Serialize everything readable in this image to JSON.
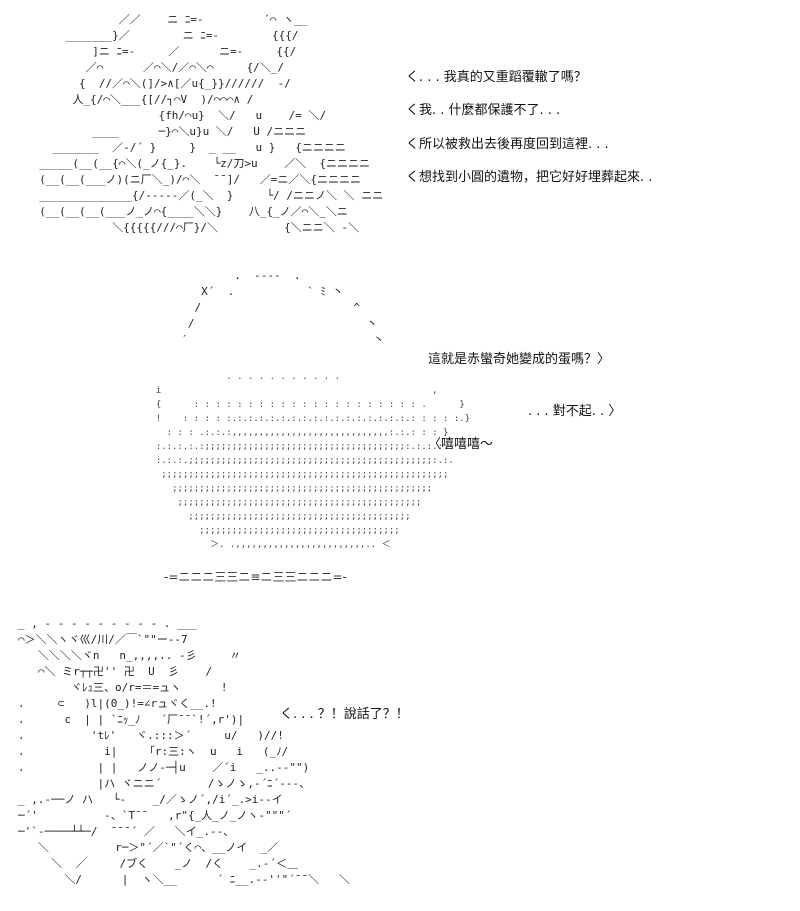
{
  "panel1": {
    "art": [
      "              ／／    ニ ﾆ=-         ´⌒ ヽ__",
      "      _______}／        ニ ﾆ=-        {{{/",
      "          ]ニ ﾆ=-     ／      ニ=-     {{/",
      "         ／⌒      ／⌒＼/／⌒＼⌒     {/＼_/",
      "        {  //／⌒＼(]/>∧[／u{_}}//////  -/",
      "       人_{/⌒＼___{[//┐⌒V  )/⌒⌒⌒∧ /",
      "                    {fh/⌒u}  ＼/   u    /= ＼/",
      "          ____      ─}⌒＼u}u ＼/   U /ニニニ",
      "    _______  ／-/´ }     }  _ __   u }   {ニニニニ",
      "  _____(__(__{⌒＼(_ノ{_}.    └z/刀>u    ／＼  {ニニニニ",
      "  (__(__(___ノ)(ニ厂＼_)/⌒＼  ¯¯]/   ／=ニ／＼{ニニニニ",
      "  ______________{/-----／(_＼  }     └/ /ニニノ＼ ＼ ニニ",
      "  (__(__(__(___ノ_ノ⌒{____＼＼}    八_{_ノ／⌒＼_＼ニ",
      "             ＼{{{{{///⌒厂}/＼          {＼ニニ＼ -＼"
    ],
    "lines": [
      "く. . . 我真的又重蹈覆轍了嗎？",
      "く我. . 什麼都保護不了. . .",
      "く所以被救出去後再度回到這裡. . .",
      "く想找到小圓的遺物，把它好好埋葬起來. ."
    ]
  },
  "panel2": {
    "art": [
      "          .  ----  .",
      "     X´  .           ` ﾐ 丶",
      "    /                       ^",
      "   /                          丶",
      "  ′                            丶"
    ],
    "grain": [
      "               . . . . . . . . . . .",
      "  i                                                  ,",
      "  {      : : : : : : : : : : : : : : : : : : : : : .      }",
      "  !    : : : : :.:.:.:.:.:.:.:.:.:.:.:.:.:.:.:.:.: : : : :.}",
      "    : : : .:.:.:,,,,,,,,,,,,,,,,,,,,,,,,,,,,,:.:.: : : }",
      "  :.:.:.:.:;;;;;;;;;;;;;;;;;;;;;;;;;;;;;;;;;;;;;:.:.:.:.",
      "  :.:.:.;;;;;;;;;;;;;;;;;;;;;;;;;;;;;;;;;;;;;;;;;;;;;:.:.",
      "   ;;;;;;;;;;;;;;;;;;;;;;;;;;;;;;;;;;;;;;;;;;;;;;;;;;;;;",
      "     ;;;;;;;;;;;;;;;;;;;;;;;;;;;;;;;;;;;;;;;;;;;;;;;;",
      "      ;;;;;;;;;;;;;;;;;;;;;;;;;;;;;;;;;;;;;;;;;;;;;",
      "        ;;;;;;;;;;;;;;;;;;;;;;;;;;;;;;;;;;;;;;;;;",
      "          ;;;;;;;;;;;;;;;;;;;;;;;;;;;;;;;;;;;;;",
      "            ＞. .,,,,,,,,,,,,,,,,,,,,,,,,.. ＜"
    ],
    "base": "-=ニニニ三三ニ≡ニ三三ニニニ=-",
    "lines": [
      "這就是赤蠻奇她變成的蛋嗎？〉",
      ". . . 對不起. . 〉",
      "〈嘻嘻嘻～"
    ]
  },
  "panel3": {
    "art": [
      "_ , - - - - - - - - - . ___",
      "⌒＞＼＼ヽヾ巛/川/／￣`\"\"ー--7",
      "   ＼＼＼＼ヾn   n_,,,,.. -彡     〃",
      "   ⌒＼ ミr┬┬卍'' 卍  U  彡    /",
      "        ヾﾚｭ三、o/r=＝=ュヽ      !",
      ".     ⊂   )l|(0_)!=∠rュヾく__.!",
      ".      c  | | `ﾆｯ_ﾉ   ´厂¯¯`!´,r')|",
      ".          'tﾚ'   ヾ.:::＞´     u/   )//!",
      ".            i|    「r:三:ヽ  u   i   (_ﾉ/",
      ".           | |   ノノ-─┤u    ／´i   _..-‐\"\")",
      "            |ハ ヾニニ´       /ゝノゝ,-´ﾆ´---、",
      "_ ,.-──ノ ハ   └-    _/／ゝノ´,/i´_.>i--イ",
      "─´'          -、`T¯¯   ,r\"{_人_ノ_ノヽ-\"\"\"´",
      "─'`‐────┴┴─/  ¯¯¯´ ／   ＼イ_.-‐、",
      "   ＼          r─＞\"´／`\"´く⌒、__ノイ  _／",
      "     ＼  ／     /ブく    _ノ  /く    _.-´＜＿",
      "       ＼/      |  ヽ＼__      ´ ﾆ__.-‐''\"´¯¯＼   ＼"
    ],
    "lines": [
      "く. . . ？！說話了？！"
    ]
  }
}
